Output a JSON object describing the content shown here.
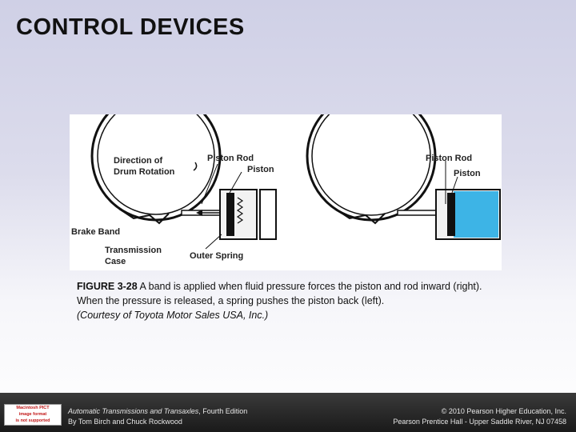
{
  "slide": {
    "title": "CONTROL DEVICES"
  },
  "figure": {
    "labels": {
      "direction": "Direction of",
      "drum_rotation": "Drum Rotation",
      "piston_rod_left": "Piston Rod",
      "piston_left": "Piston",
      "brake_band": "Brake Band",
      "transmission": "Transmission",
      "case": "Case",
      "outer_spring": "Outer Spring",
      "piston_rod_right": "Piston Rod",
      "piston_right": "Piston"
    },
    "colors": {
      "fluid": "#3db4e6",
      "line": "#111111"
    }
  },
  "caption": {
    "fig_number": "FIGURE 3-28",
    "text": " A band is applied when fluid pressure forces the piston and rod inward (right). When the pressure is released, a spring pushes the piston back (left).",
    "credit": "(Courtesy of Toyota Motor Sales USA, Inc.)"
  },
  "footer": {
    "book_title": "Automatic Transmissions and Transaxles",
    "edition": ", Fourth Edition",
    "authors": "By Tom Birch and Chuck Rockwood",
    "copyright": "© 2010 Pearson Higher Education, Inc.",
    "publisher": "Pearson Prentice Hall - Upper Saddle River, NJ 07458"
  },
  "badge": {
    "line1": "Macintosh PICT",
    "line2": "image format",
    "line3": "is not supported"
  }
}
